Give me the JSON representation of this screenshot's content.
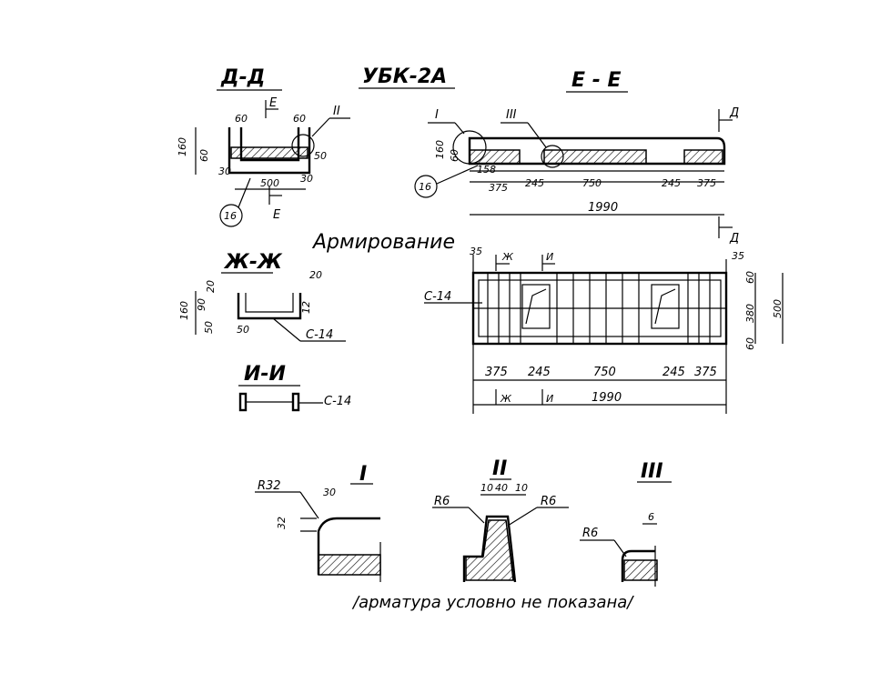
{
  "title": "УБК-2А",
  "sections": {
    "dd": "Д-Д",
    "ee": "Е - Е",
    "zz": "Ж-Ж",
    "ii": "И-И"
  },
  "reinforcement_heading": "Армирование",
  "details": {
    "d1": "I",
    "d2": "II",
    "d3": "III"
  },
  "markers": {
    "e": "Е",
    "d": "Д",
    "zh": "Ж",
    "i": "И"
  },
  "mesh": "С-14",
  "callout": "16",
  "note": "/арматура условно не показана/",
  "dims": {
    "d60": "60",
    "d160": "160",
    "d30": "30",
    "d500": "500",
    "d50": "50",
    "d20": "20",
    "d90": "90",
    "d12": "12",
    "d380": "380",
    "d35": "35",
    "d375": "375",
    "d245": "245",
    "d750": "750",
    "d1990": "1990",
    "d158": "158",
    "r32": "R32",
    "r6": "R6",
    "d10": "10",
    "d40": "40",
    "d6": "6"
  }
}
